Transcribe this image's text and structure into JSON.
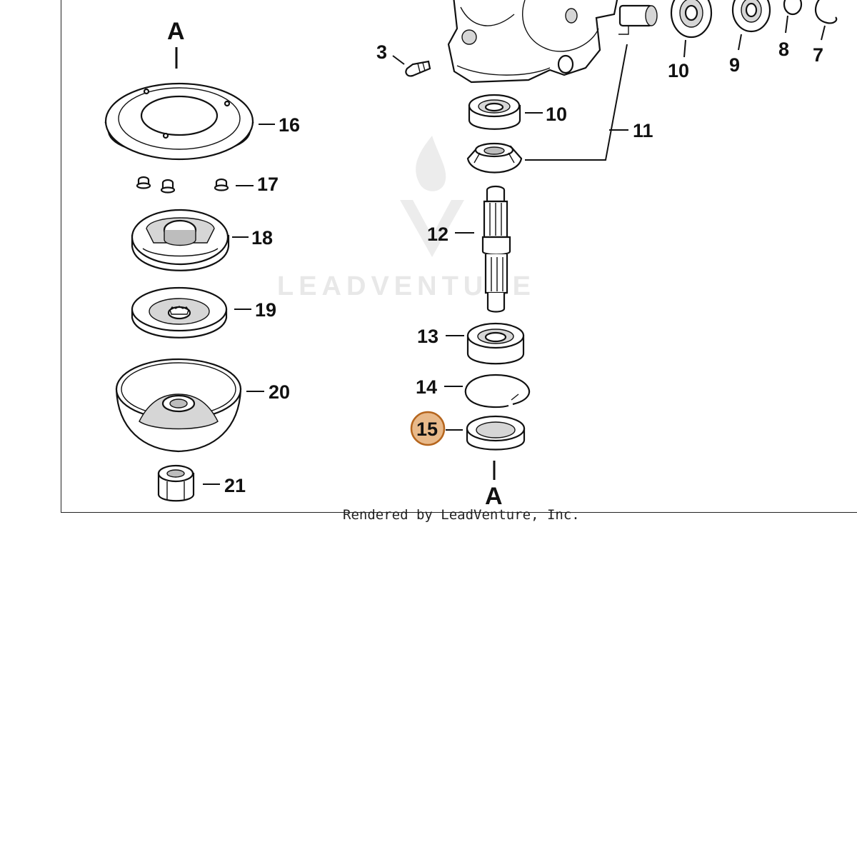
{
  "callouts": {
    "c3": "3",
    "c7": "7",
    "c8": "8",
    "c9": "9",
    "c10a": "10",
    "c10b": "10",
    "c11": "11",
    "c12": "12",
    "c13": "13",
    "c14": "14",
    "c15": "15",
    "c16": "16",
    "c17": "17",
    "c18": "18",
    "c19": "19",
    "c20": "20",
    "c21": "21"
  },
  "connectors": {
    "top": "A",
    "bottom": "A"
  },
  "highlight": {
    "part": "15",
    "fill": "#e8b98a",
    "stroke": "#b5651d"
  },
  "watermark": "LEADVENTURE",
  "credit": "Rendered by LeadVenture, Inc."
}
